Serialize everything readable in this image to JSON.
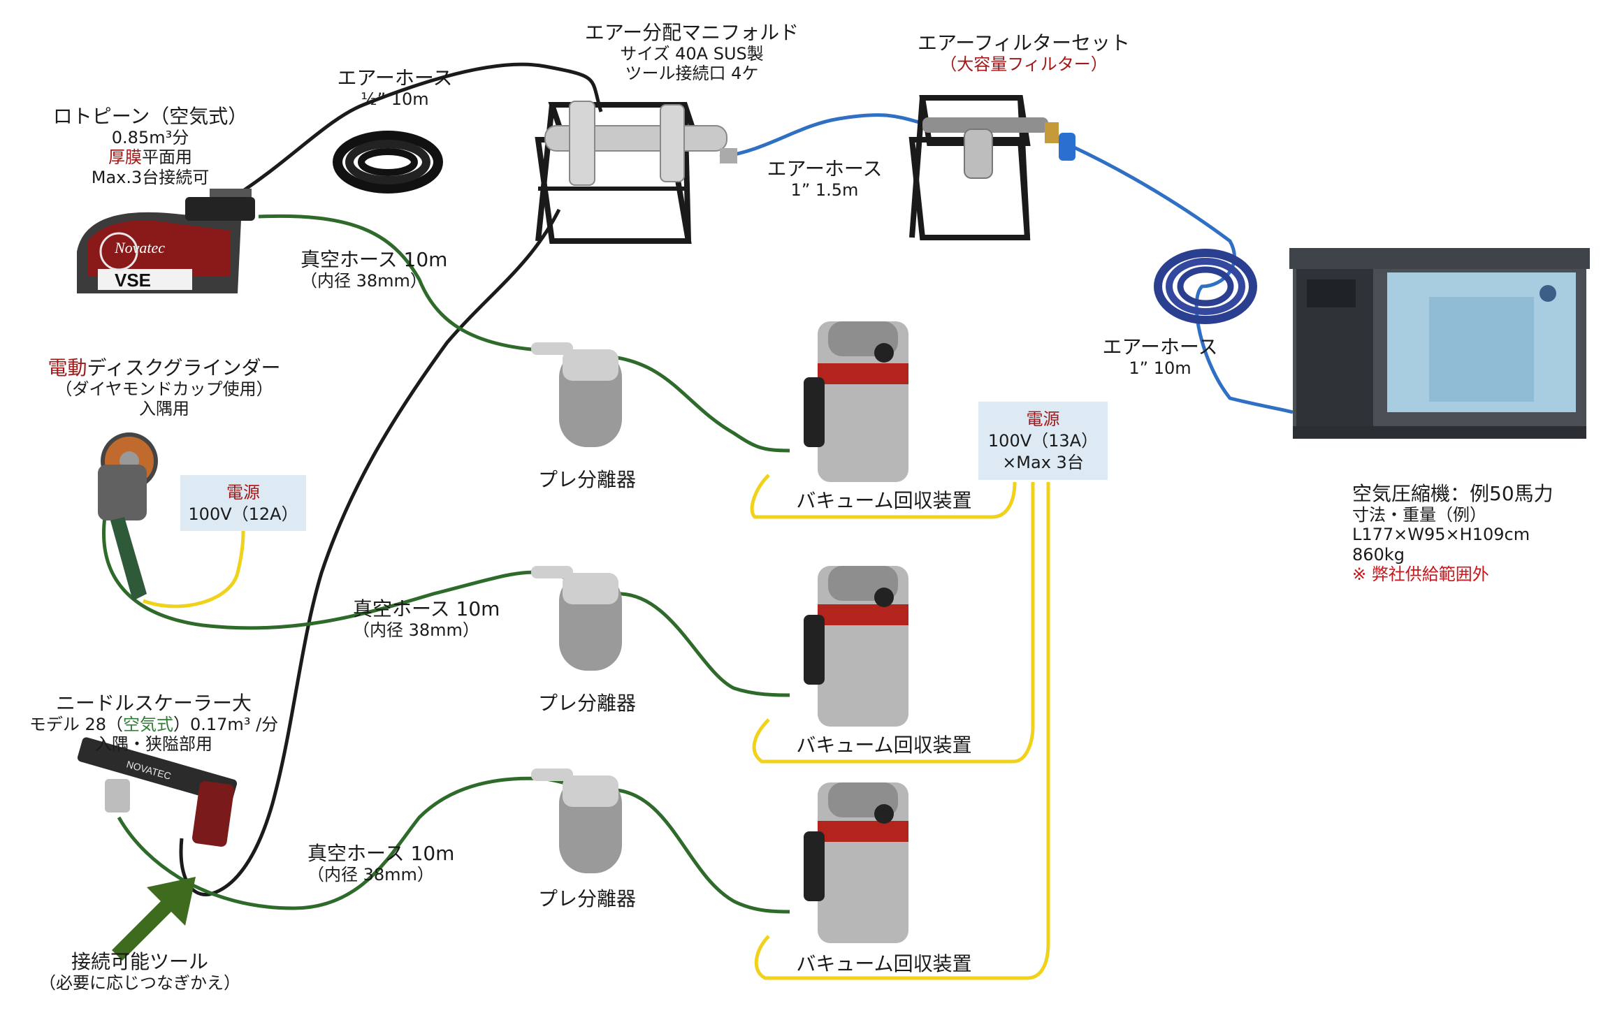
{
  "tools": {
    "rotopeen": {
      "title": "ロトピーン（空気式）",
      "airflow": "0.85m³分",
      "usage_highlight": "厚膜",
      "usage_rest": "平面用",
      "connect": "Max.3台接続可",
      "brand": "Novatec",
      "model": "VSE"
    },
    "grinder": {
      "title_highlight": "電動",
      "title_rest": "ディスクグラインダー",
      "subtitle": "（ダイヤモンドカップ使用）",
      "usage": "入隅用"
    },
    "needle_scaler": {
      "title": "ニードルスケーラー大",
      "model_prefix": "モデル 28（",
      "model_highlight": "空気式",
      "model_suffix": "）0.17m³ /分",
      "usage": "入隅・狭隘部用",
      "brand": "NOVATEC"
    }
  },
  "manifold": {
    "title": "エアー分配マニフォルド",
    "size": "サイズ 40A SUS製",
    "ports": "ツール接続口 4ケ"
  },
  "filter": {
    "title": "エアーフィルターセット",
    "subtitle": "（大容量フィルター）"
  },
  "compressor": {
    "title": "空気圧縮機：例50馬力",
    "spec_header": "寸法・重量（例）",
    "dims": "L177×W95×H109cm",
    "weight": "860kg",
    "note": "※ 弊社供給範囲外"
  },
  "hoses": {
    "air_half": {
      "name": "エアーホース",
      "spec": "½” 10m"
    },
    "air_manifold_filter": {
      "name": "エアーホース",
      "spec": "1” 1.5m"
    },
    "air_compressor": {
      "name": "エアーホース",
      "spec": "1” 10m"
    },
    "vacuum_1": {
      "name": "真空ホース 10m",
      "spec": "（内径 38mm）"
    },
    "vacuum_2": {
      "name": "真空ホース 10m",
      "spec": "（内径 38mm）"
    },
    "vacuum_3": {
      "name": "真空ホース 10m",
      "spec": "（内径 38mm）"
    }
  },
  "separators": [
    "プレ分離器",
    "プレ分離器",
    "プレ分離器"
  ],
  "vacuums": [
    "バキューム回収装置",
    "バキューム回収装置",
    "バキューム回収装置"
  ],
  "power_grinder": {
    "title": "電源",
    "spec": "100V（12A）"
  },
  "power_vacuum": {
    "title": "電源",
    "spec1": "100V（13A）",
    "spec2": "×Max 3台"
  },
  "legend": {
    "title": "接続可能ツール",
    "subtitle": "（必要に応じつなぎかえ）"
  },
  "colors": {
    "air_hose_black": "#1b1b1b",
    "air_hose_blue": "#2f6fc4",
    "vacuum_hose": "#2e6b2b",
    "power_cord": "#f0d21a",
    "highlight_red": "#a11818",
    "note_red": "#c8161d",
    "arrow_green": "#3e6b1e",
    "power_box": "#dde9f3"
  }
}
